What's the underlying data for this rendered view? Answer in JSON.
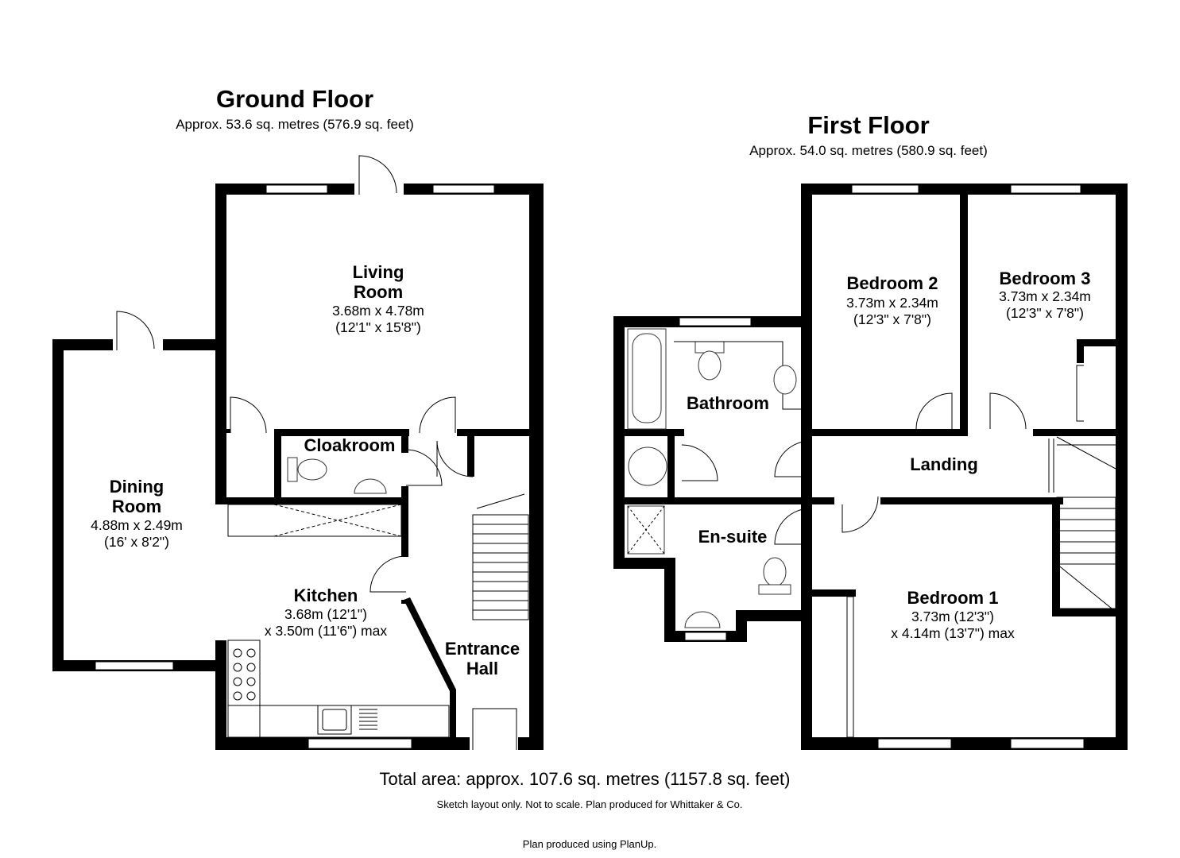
{
  "ground_floor": {
    "title": "Ground Floor",
    "area": "Approx. 53.6 sq. metres (576.9 sq. feet)",
    "rooms": {
      "living": {
        "name1": "Living",
        "name2": "Room",
        "dim1": "3.68m x 4.78m",
        "dim2": "(12'1\" x 15'8\")"
      },
      "dining": {
        "name1": "Dining",
        "name2": "Room",
        "dim1": "4.88m x 2.49m",
        "dim2": "(16' x 8'2\")"
      },
      "cloakroom": {
        "name": "Cloakroom"
      },
      "kitchen": {
        "name": "Kitchen",
        "dim1": "3.68m (12'1\")",
        "dim2": "x 3.50m (11'6\") max"
      },
      "entrance": {
        "name1": "Entrance",
        "name2": "Hall"
      }
    }
  },
  "first_floor": {
    "title": "First Floor",
    "area": "Approx. 54.0 sq. metres (580.9 sq. feet)",
    "rooms": {
      "bedroom2": {
        "name": "Bedroom 2",
        "dim1": "3.73m x 2.34m",
        "dim2": "(12'3\" x 7'8\")"
      },
      "bedroom3": {
        "name": "Bedroom 3",
        "dim1": "3.73m x 2.34m",
        "dim2": "(12'3\" x 7'8\")"
      },
      "bathroom": {
        "name": "Bathroom"
      },
      "landing": {
        "name": "Landing"
      },
      "ensuite": {
        "name": "En-suite"
      },
      "bedroom1": {
        "name": "Bedroom 1",
        "dim1": "3.73m (12'3\")",
        "dim2": "x 4.14m (13'7\") max"
      }
    }
  },
  "footer": {
    "total": "Total area: approx. 107.6 sq. metres (1157.8 sq. feet)",
    "disclaimer": "Sketch layout only. Not to scale. Plan produced for Whittaker & Co.",
    "credit": "Plan produced using PlanUp."
  }
}
